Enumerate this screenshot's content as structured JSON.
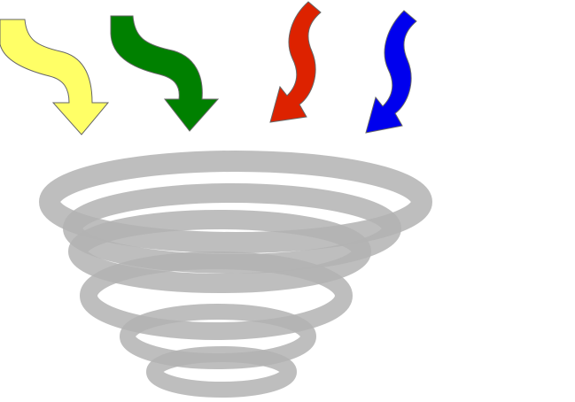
{
  "colors": {
    "background": "#ffffff",
    "arrow_outline": "#666666",
    "funnel": "#b3b3b3",
    "funnel_opacity": 0.85
  },
  "arrows": [
    {
      "name": "yellow-arrow",
      "color": "#ffff66"
    },
    {
      "name": "green-arrow",
      "color": "#008000"
    },
    {
      "name": "red-arrow",
      "color": "#dd2200"
    },
    {
      "name": "blue-arrow",
      "color": "#0000ee"
    }
  ],
  "funnel": {
    "ring_count": 6
  }
}
